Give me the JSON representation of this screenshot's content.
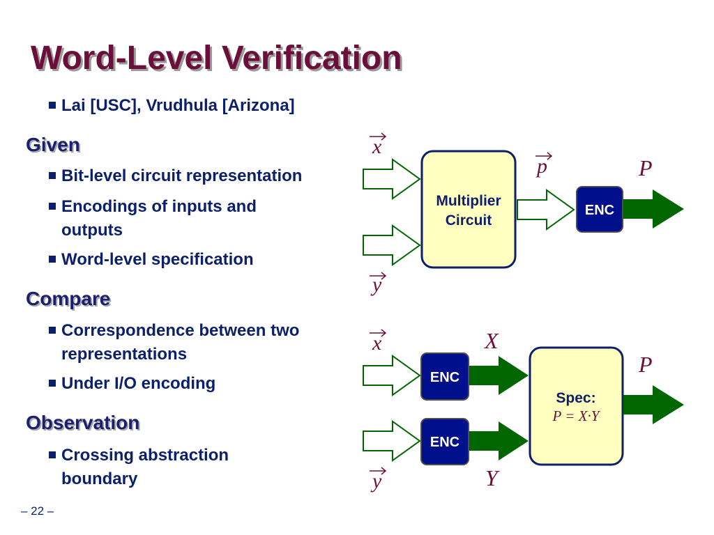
{
  "slide": {
    "title": "Word-Level Verification",
    "authors": "Lai [USC], Vrudhula [Arizona]",
    "sections": [
      {
        "heading": "Given",
        "items": [
          "Bit-level circuit representation",
          "Encodings of inputs and",
          "outputs",
          "Word-level specification"
        ]
      },
      {
        "heading": "Compare",
        "items": [
          "Correspondence between two",
          "representations",
          "Under I/O encoding"
        ]
      },
      {
        "heading": "Observation",
        "items": [
          "Crossing abstraction",
          "boundary"
        ]
      }
    ],
    "footer": "– 22 –"
  },
  "diagram": {
    "top": {
      "input_x": "x",
      "input_y": "y",
      "circuit_line1": "Multiplier",
      "circuit_line2": "Circuit",
      "output_p": "p",
      "enc": "ENC",
      "output_P": "P"
    },
    "bottom": {
      "input_x": "x",
      "input_y": "y",
      "enc_x": "ENC",
      "enc_y": "ENC",
      "word_X": "X",
      "word_Y": "Y",
      "spec_label": "Spec:",
      "spec_formula": "P = X·Y",
      "output_P": "P"
    }
  },
  "colors": {
    "title": "#6b0f3a",
    "text": "#0b1f6b",
    "enc_fill": "#000f8c",
    "box_fill": "#ffffc0",
    "arrow_green": "#006600"
  }
}
